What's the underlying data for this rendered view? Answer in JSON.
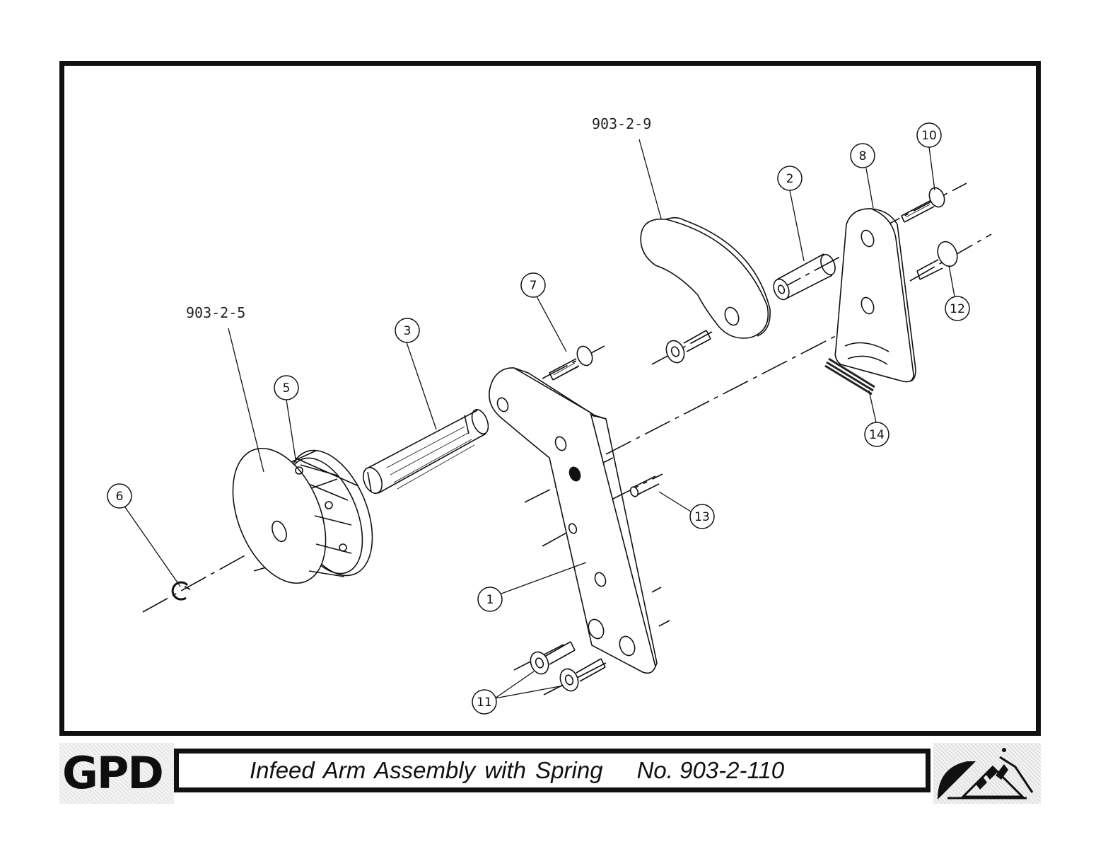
{
  "drawing": {
    "subassembly_labels": [
      "903-2-9",
      "903-2-5"
    ],
    "callouts": [
      "1",
      "2",
      "3",
      "5",
      "6",
      "7",
      "8",
      "10",
      "11",
      "12",
      "13",
      "14"
    ]
  },
  "title_block": {
    "logo": "GPD",
    "title": "Infeed Arm Assembly with Spring",
    "drawing_number": "No. 903-2-110"
  },
  "colors": {
    "line": "#111111",
    "frame": "#111111",
    "paper": "#ffffff"
  },
  "icons": {
    "emblem": "company-emblem-icon"
  }
}
